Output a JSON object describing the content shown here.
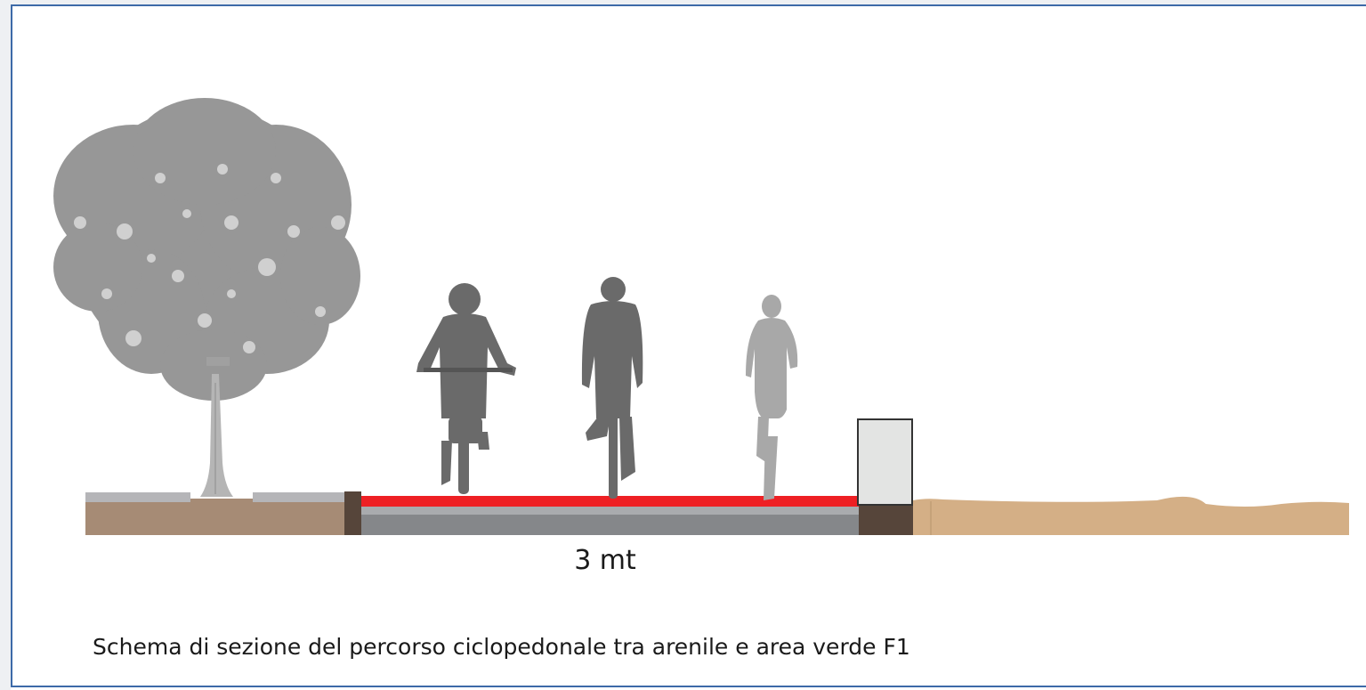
{
  "dimension_label": "3 mt",
  "caption": "Schema di sezione del percorso ciclopedonale tra arenile e area verde F1",
  "colors": {
    "frame_border": "#3d6aa8",
    "bike_lane_red": "#ee2024",
    "pavement_grey": "#85878a",
    "soil_brown": "#a68b75",
    "curb_dark_brown": "#56453a",
    "sand": "#d4af86",
    "silhouette_dark": "#6a6a6a",
    "silhouette_light": "#a8a8a8",
    "tree_foliage": "#8f8f8f"
  },
  "elements": {
    "tree": "tree-silhouette",
    "cyclist_1": "cyclist-front-view",
    "cyclist_2": "cyclist-front-view",
    "pedestrian": "jogger-silhouette",
    "bollard": "bollard-post"
  }
}
